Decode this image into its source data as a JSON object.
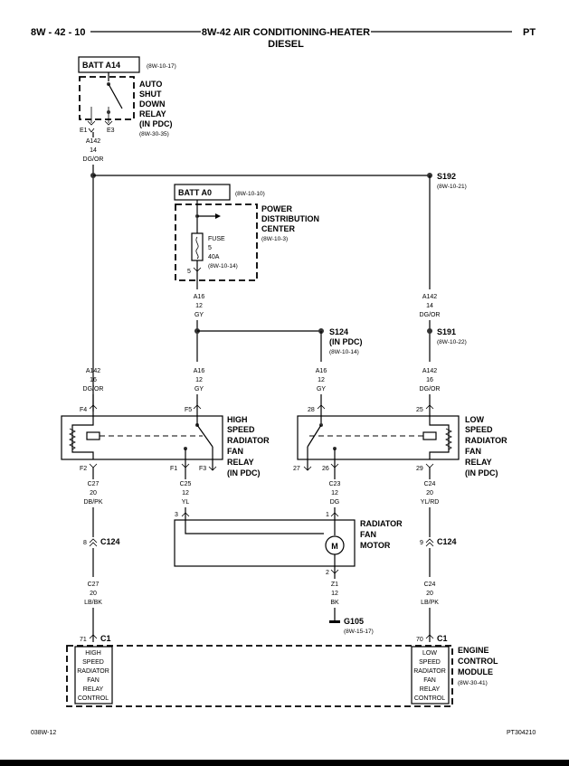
{
  "header": {
    "page_code": "8W - 42 - 10",
    "title_line1": "8W-42 AIR CONDITIONING-HEATER",
    "title_line2": "DIESEL",
    "section": "PT"
  },
  "batt_a14": {
    "label": "BATT A14",
    "ref": "(8W-10-17)",
    "relay_name": [
      "AUTO",
      "SHUT",
      "DOWN",
      "RELAY",
      "(IN PDC)"
    ],
    "relay_ref": "(8W-30-35)",
    "pin_e1": "E1",
    "pin_e3": "E3"
  },
  "batt_a0": {
    "label": "BATT A0",
    "ref": "(8W-10-10)"
  },
  "pdc": {
    "name": [
      "POWER",
      "DISTRIBUTION",
      "CENTER"
    ],
    "ref": "(8W-10-3)",
    "fuse": [
      "FUSE",
      "5",
      "40A",
      "(8W-10-14)"
    ],
    "pin": "5"
  },
  "splices": {
    "s192": {
      "name": "S192",
      "ref": "(8W-10-21)"
    },
    "s124": {
      "name": "S124",
      "sub": "(IN PDC)",
      "ref": "(8W-10-14)"
    },
    "s191": {
      "name": "S191",
      "ref": "(8W-10-22)"
    }
  },
  "wires": {
    "a142_top": [
      "A142",
      "14",
      "DG/OR"
    ],
    "a16_pdc": [
      "A16",
      "12",
      "GY"
    ],
    "a142_right": [
      "A142",
      "14",
      "DG/OR"
    ],
    "a142_left16": [
      "A142",
      "16",
      "DG/OR"
    ],
    "a16_mid": [
      "A16",
      "12",
      "GY"
    ],
    "a16_s124": [
      "A16",
      "12",
      "GY"
    ],
    "a142_right16": [
      "A142",
      "16",
      "DG/OR"
    ],
    "c27_top": [
      "C27",
      "20",
      "DB/PK"
    ],
    "c25": [
      "C25",
      "12",
      "YL"
    ],
    "c23": [
      "C23",
      "12",
      "DG"
    ],
    "c24_top": [
      "C24",
      "20",
      "YL/RD"
    ],
    "c27_bot": [
      "C27",
      "20",
      "LB/BK"
    ],
    "z1": [
      "Z1",
      "12",
      "BK"
    ],
    "c24_bot": [
      "C24",
      "20",
      "LB/PK"
    ]
  },
  "high_relay": {
    "name": [
      "HIGH",
      "SPEED",
      "RADIATOR",
      "FAN",
      "RELAY",
      "(IN PDC)"
    ],
    "pins": {
      "f4": "F4",
      "f5": "F5",
      "f2": "F2",
      "f1": "F1",
      "f3": "F3"
    }
  },
  "low_relay": {
    "name": [
      "LOW",
      "SPEED",
      "RADIATOR",
      "FAN",
      "RELAY",
      "(IN PDC)"
    ],
    "pins": {
      "p28": "28",
      "p25": "25",
      "p27": "27",
      "p26": "26",
      "p29": "29"
    }
  },
  "motor": {
    "name": [
      "RADIATOR",
      "FAN",
      "MOTOR"
    ],
    "symbol": "M",
    "pin3": "3",
    "pin1": "1",
    "pin2": "2"
  },
  "connectors": {
    "c124_left": {
      "name": "C124",
      "pin": "8"
    },
    "c124_right": {
      "name": "C124",
      "pin": "9"
    },
    "c1_left": {
      "name": "C1",
      "pin": "71"
    },
    "c1_right": {
      "name": "C1",
      "pin": "70"
    }
  },
  "ground": {
    "name": "G105",
    "ref": "(8W-15-17)"
  },
  "ecm": {
    "name": [
      "ENGINE",
      "CONTROL",
      "MODULE"
    ],
    "ref": "(8W-30-41)",
    "left_label": [
      "HIGH",
      "SPEED",
      "RADIATOR",
      "FAN",
      "RELAY",
      "CONTROL"
    ],
    "right_label": [
      "LOW",
      "SPEED",
      "RADIATOR",
      "FAN",
      "RELAY",
      "CONTROL"
    ]
  },
  "footer": {
    "left_code": "038W-12",
    "right_code": "PT304210"
  }
}
